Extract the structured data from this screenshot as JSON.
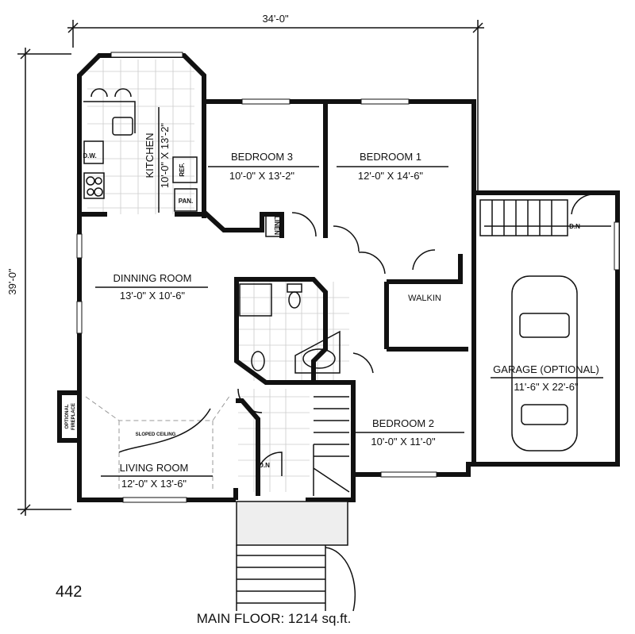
{
  "dimensions": {
    "width": "34'-0\"",
    "depth": "39'-0\""
  },
  "rooms": {
    "kitchen": {
      "name": "KITCHEN",
      "size": "10'-0\" X 13'-2\""
    },
    "bedroom3": {
      "name": "BEDROOM 3",
      "size": "10'-0\" X 13'-2\""
    },
    "bedroom1": {
      "name": "BEDROOM 1",
      "size": "12'-0\" X 14'-6\""
    },
    "dining": {
      "name": "DINNING ROOM",
      "size": "13'-0\" X 10'-6\""
    },
    "walkin": {
      "name": "WALKIN"
    },
    "garage": {
      "name": "GARAGE (OPTIONAL)",
      "size": "11'-6\" X 22'-6\""
    },
    "bedroom2": {
      "name": "BEDROOM 2",
      "size": "10'-0\" X 11'-0\""
    },
    "living": {
      "name": "LIVING ROOM",
      "size": "12'-0\" X 13'-6\""
    }
  },
  "labels": {
    "dw": "D.W.",
    "ref": "REF.",
    "pan": "PAN.",
    "linen": "LINEN",
    "sloped_ceiling": "SLOPED CEILING",
    "fireplace_1": "OPTIONAL",
    "fireplace_2": "FIREPLACE",
    "down_stairs": "D.N",
    "down_garage": "D.N"
  },
  "plan_number": "442",
  "caption": "MAIN FLOOR:  1214 sq.ft."
}
